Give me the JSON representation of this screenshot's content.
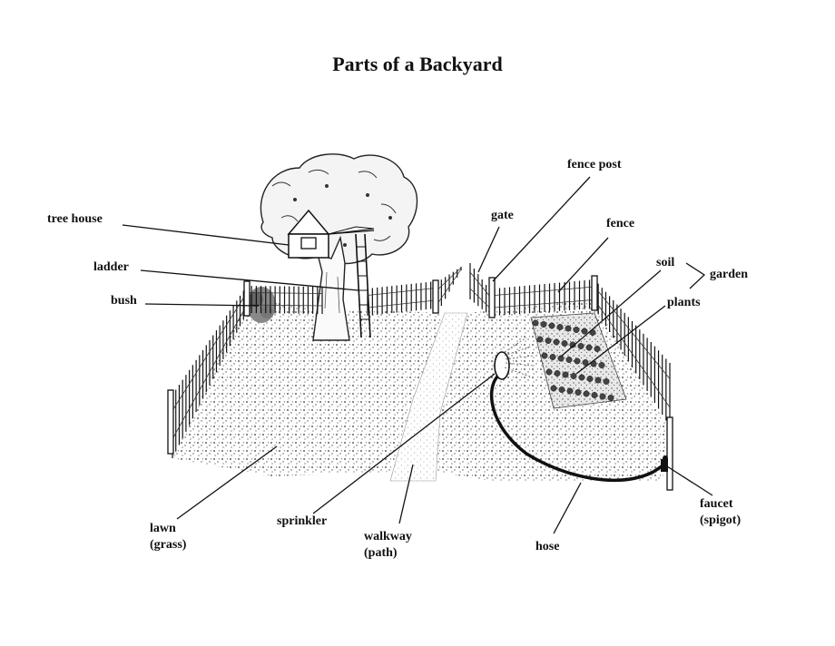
{
  "title": "Parts of a Backyard",
  "labels": {
    "tree_house": "tree house",
    "ladder": "ladder",
    "bush": "bush",
    "gate": "gate",
    "fence_post": "fence post",
    "fence": "fence",
    "soil": "soil",
    "garden": "garden",
    "plants": "plants",
    "lawn_line1": "lawn",
    "lawn_line2": "(grass)",
    "sprinkler": "sprinkler",
    "walkway_line1": "walkway",
    "walkway_line2": "(path)",
    "hose": "hose",
    "faucet_line1": "faucet",
    "faucet_line2": "(spigot)"
  }
}
